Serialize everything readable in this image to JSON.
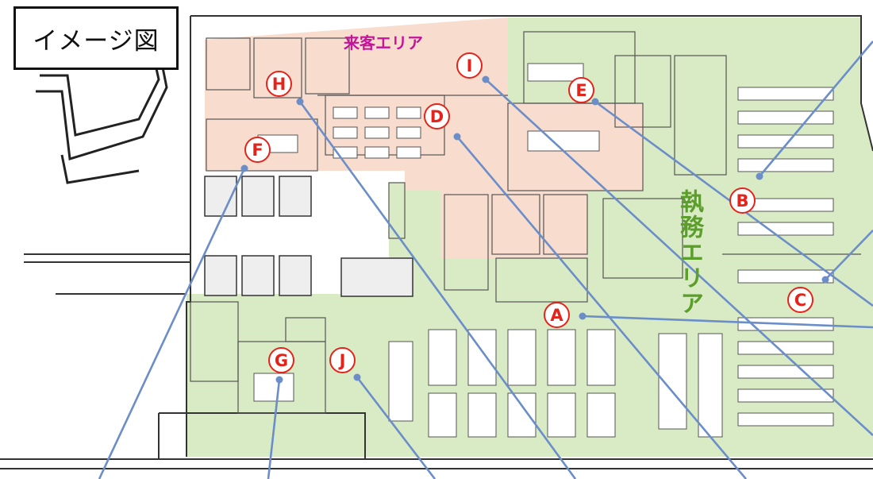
{
  "title_box": {
    "text": "イメージ図"
  },
  "zones": {
    "guest_area": {
      "label": "来客エリア",
      "color": "#c3149b",
      "fill": "#f8dccd"
    },
    "work_area": {
      "label": "執務エリア",
      "color": "#5c9e2c",
      "fill": "#d9ebc4"
    }
  },
  "markers": [
    {
      "id": "A",
      "label": "A"
    },
    {
      "id": "B",
      "label": "B"
    },
    {
      "id": "C",
      "label": "C"
    },
    {
      "id": "D",
      "label": "D"
    },
    {
      "id": "E",
      "label": "E"
    },
    {
      "id": "F",
      "label": "F"
    },
    {
      "id": "G",
      "label": "G"
    },
    {
      "id": "H",
      "label": "H"
    },
    {
      "id": "I",
      "label": "I"
    },
    {
      "id": "J",
      "label": "J"
    }
  ],
  "colors": {
    "marker": "#e4241b",
    "leader_line": "#6b8ec9",
    "wall": "#333333"
  }
}
